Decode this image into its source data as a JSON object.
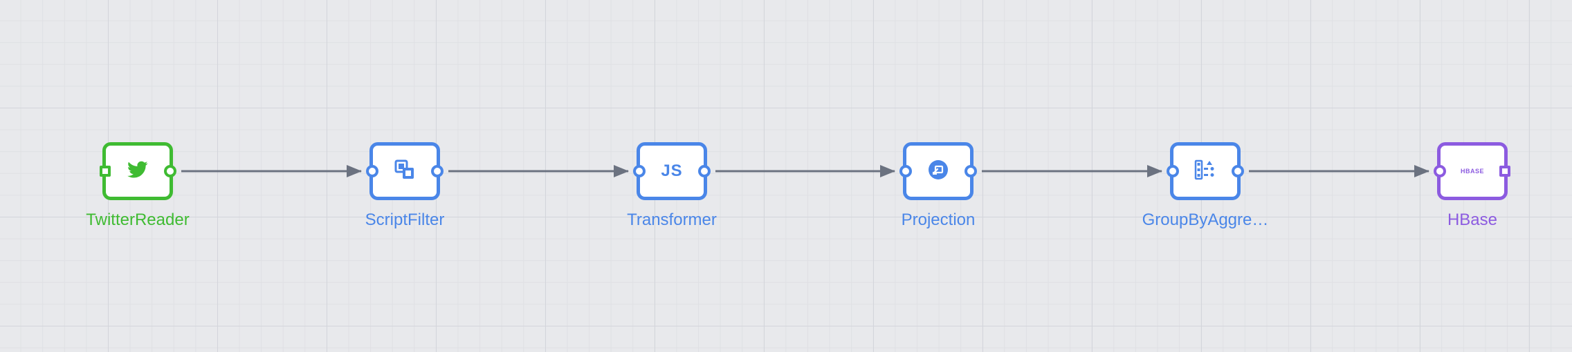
{
  "colors": {
    "source": "#3fbb32",
    "transform": "#4a86e8",
    "sink": "#8c5be0",
    "edge": "#6b7280"
  },
  "nodes": [
    {
      "id": "twitter-reader",
      "label": "TwitterReader",
      "kind": "source",
      "icon": "twitter-bird-icon"
    },
    {
      "id": "script-filter",
      "label": "ScriptFilter",
      "kind": "transform",
      "icon": "script-filter-icon"
    },
    {
      "id": "transformer",
      "label": "Transformer",
      "kind": "transform",
      "icon": "js-icon",
      "icon_text": "JS"
    },
    {
      "id": "projection",
      "label": "Projection",
      "kind": "transform",
      "icon": "projection-icon"
    },
    {
      "id": "group-by-aggregate",
      "label": "GroupByAggre…",
      "kind": "transform",
      "icon": "group-by-icon"
    },
    {
      "id": "hbase",
      "label": "HBase",
      "kind": "sink",
      "icon": "hbase-icon",
      "icon_text": "HBASE"
    }
  ],
  "edges": [
    {
      "from": "twitter-reader",
      "to": "script-filter"
    },
    {
      "from": "script-filter",
      "to": "transformer"
    },
    {
      "from": "transformer",
      "to": "projection"
    },
    {
      "from": "projection",
      "to": "group-by-aggregate"
    },
    {
      "from": "group-by-aggregate",
      "to": "hbase"
    }
  ]
}
